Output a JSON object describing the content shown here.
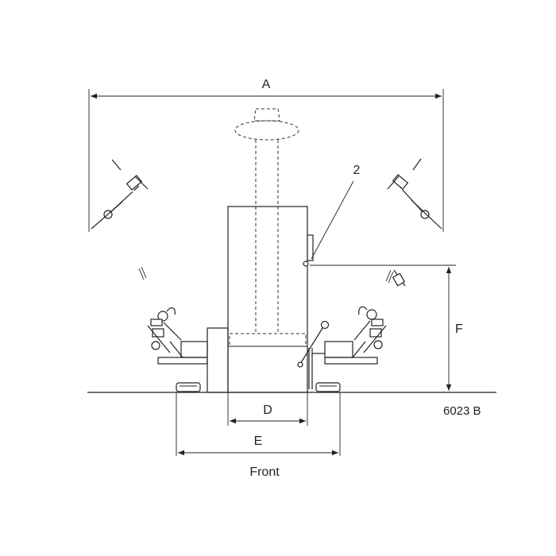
{
  "labels": {
    "dim_a": "A",
    "dim_d": "D",
    "dim_e": "E",
    "dim_f": "F",
    "callout_2": "2",
    "front": "Front",
    "figure_code": "6023 B"
  },
  "colors": {
    "line": "#222222",
    "background": "#ffffff"
  }
}
